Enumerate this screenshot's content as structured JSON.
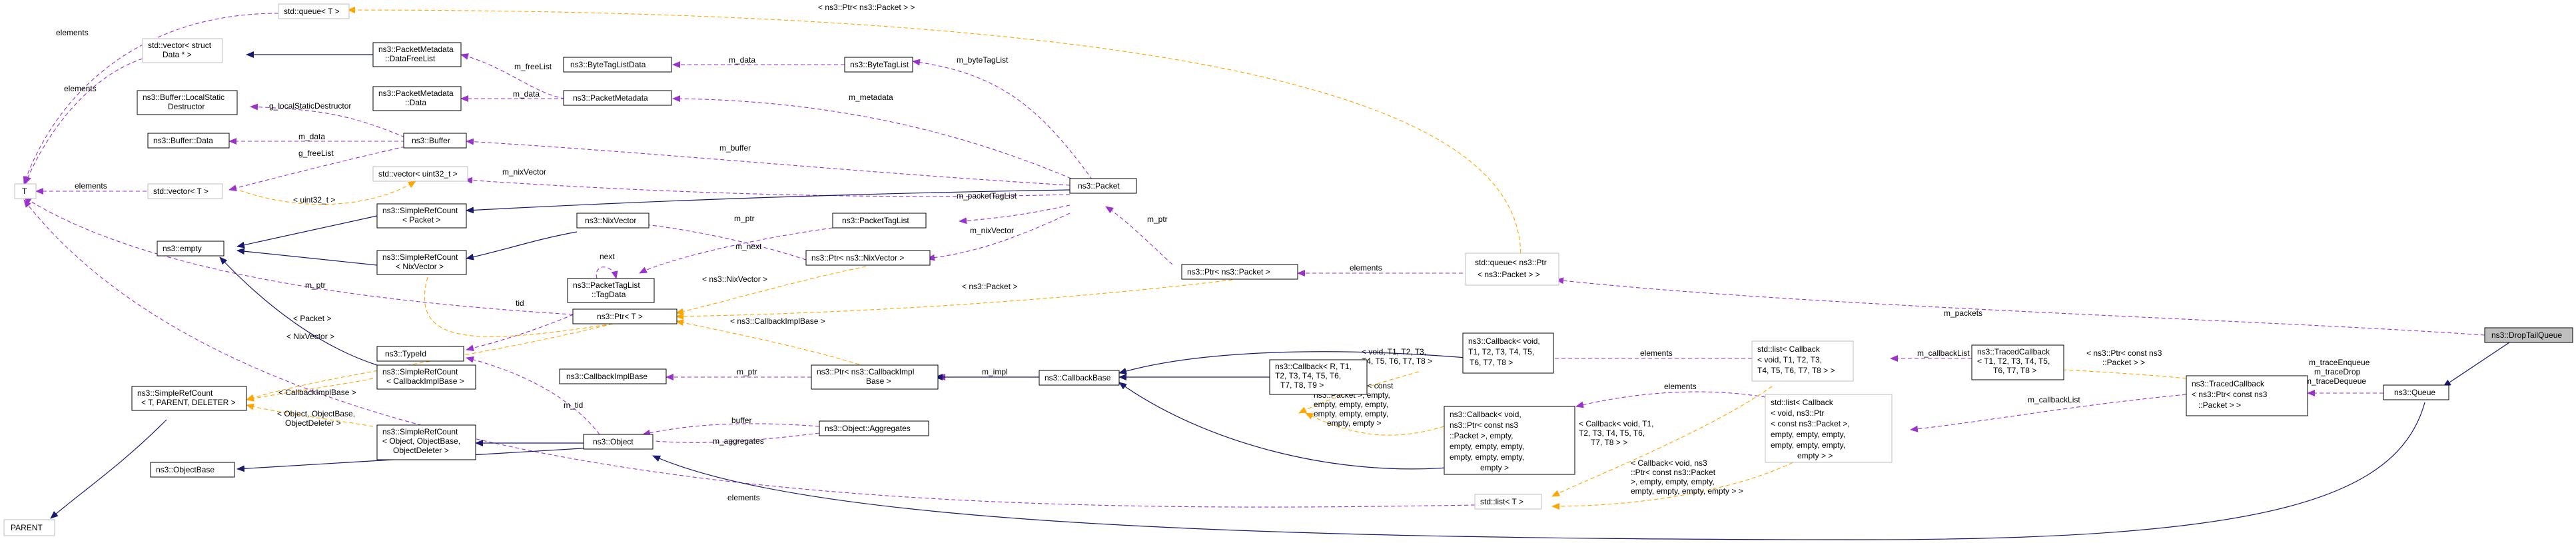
{
  "diagram": {
    "nodes": {
      "t": "T",
      "parent": "PARENT",
      "std_queue_t": "std::queue< T >",
      "std_vector_struct": [
        "std::vector< struct",
        "Data * >"
      ],
      "buffer_lsd": [
        "ns3::Buffer::LocalStatic",
        "Destructor"
      ],
      "buffer_data": "ns3::Buffer::Data",
      "std_vector_t": "std::vector< T >",
      "empty": "ns3::empty",
      "srp_nixvector": [
        "ns3::SimpleRefCount",
        "< NixVector >"
      ],
      "srp_packet": [
        "ns3::SimpleRefCount",
        "< Packet >"
      ],
      "simplerefcount": [
        "ns3::SimpleRefCount",
        "< T, PARENT, DELETER >"
      ],
      "objectbase": "ns3::ObjectBase",
      "typeid": "ns3::TypeId",
      "srp_cbimpl": [
        "ns3::SimpleRefCount",
        "< CallbackImplBase >"
      ],
      "srp_object": [
        "ns3::SimpleRefCount",
        "< Object, ObjectBase,",
        "ObjectDeleter >"
      ],
      "pm_dfl": [
        "ns3::PacketMetadata",
        "::DataFreeList"
      ],
      "pm_data": [
        "ns3::PacketMetadata",
        "::Data"
      ],
      "buffer": "ns3::Buffer",
      "std_vector_uint32": "std::vector< uint32_t >",
      "nixvector": "ns3::NixVector",
      "packettaglist_tagdata": [
        "ns3::PacketTagList",
        "::TagData"
      ],
      "ptr_t": "ns3::Ptr< T >",
      "callbackimplbase": "ns3::CallbackImplBase",
      "object": "ns3::Object",
      "bytetaglistdata": "ns3::ByteTagListData",
      "packetmetadata": "ns3::PacketMetadata",
      "bytetaglist": "ns3::ByteTagList",
      "packettaglist": "ns3::PacketTagList",
      "ptr_nixvector": "ns3::Ptr< ns3::NixVector >",
      "ptr_cbimpl": [
        "ns3::Ptr< ns3::CallbackImpl",
        "Base >"
      ],
      "object_aggregates": "ns3::Object::Aggregates",
      "packet": "ns3::Packet",
      "ptr_packet": "ns3::Ptr< ns3::Packet >",
      "callbackbase": "ns3::CallbackBase",
      "callback_r": [
        "ns3::Callback< R, T1,",
        "T2, T3, T4, T5, T6,",
        "T7, T8, T9 >"
      ],
      "callback_void_t": [
        "ns3::Callback< void,",
        "T1, T2, T3, T4, T5,",
        "T6, T7, T8 >"
      ],
      "callback_void_pkt": [
        "ns3::Callback< void,",
        "ns3::Ptr< const ns3",
        "::Packet >, empty,",
        "empty, empty, empty,",
        "empty, empty, empty,",
        "empty >"
      ],
      "std_queue_ptr": [
        "std::queue< ns3::Ptr",
        "< ns3::Packet > >"
      ],
      "std_list_callback_t": [
        "std::list< Callback",
        "< void, T1, T2, T3,",
        "T4, T5, T6, T7, T8 > >"
      ],
      "std_list_callback_pkt": [
        "std::list< Callback",
        "< void, ns3::Ptr",
        "< const ns3::Packet >,",
        "empty, empty, empty,",
        "empty, empty, empty,",
        "empty > >"
      ],
      "std_list_t": "std::list< T >",
      "tracedcallback_t": [
        "ns3::TracedCallback",
        "< T1, T2, T3, T4, T5,",
        "T6, T7, T8 >"
      ],
      "tracedcallback_pkt": [
        "ns3::TracedCallback",
        "< ns3::Ptr< const ns3",
        "::Packet > >"
      ],
      "queue": "ns3::Queue",
      "droptailqueue": "ns3::DropTailQueue"
    },
    "edge_labels": {
      "queue_elements": "elements",
      "vec_struct_elements": "elements",
      "vec_t_elements": "elements",
      "ptr_packet_tpl": "< ns3::Ptr< ns3::Packet > >",
      "free_list": "m_freeList",
      "pm_m_data": "m_data",
      "btl_m_data": "m_data",
      "byte_tag_list": "m_byteTagList",
      "g_lsd": "g_localStaticDestructor",
      "buf_m_data": "m_data",
      "g_free_list": "g_freeList",
      "metadata": "m_metadata",
      "buffer_edge": "m_buffer",
      "nix_vector_edge": "m_nixVector",
      "uint32_tpl": "< uint32_t >",
      "packet_tag_list": "m_packetTagList",
      "ptr_edge_1": "m_ptr",
      "next_self": "next",
      "next_edge": "m_next",
      "ptr_edge_2": "m_ptr",
      "nix_vector_edge_2": "m_nixVector",
      "ptr_edge_3": "m_ptr",
      "ptr_elements": "elements",
      "packet_tpl": "< Packet >",
      "nixvector_tpl": "< NixVector >",
      "tid": "tid",
      "nixvector_ptr_tpl": "< ns3::NixVector >",
      "packet_ptr_tpl": "< ns3::Packet >",
      "cbimpl_tpl": "< ns3::CallbackImplBase >",
      "cbimpl_base_tpl": "< CallbackImplBase >",
      "m_tid": "m_tid",
      "ptr_edge_4": "m_ptr",
      "m_impl": "m_impl",
      "object_tpl": [
        "< Object, ObjectBase,",
        "ObjectDeleter >"
      ],
      "buffer_edge_2": "buffer",
      "aggregates": "m_aggregates",
      "callback_r_tpl": [
        "< void, T1, T2, T3,",
        "T4, T5, T6, T7, T8 >"
      ],
      "callback_pkt_tpl": [
        "< void, ns3::Ptr< const",
        "ns3::Packet >, empty,",
        "empty, empty, empty,",
        "empty, empty, empty,",
        "empty, empty >"
      ],
      "cb_list_elements": "elements",
      "cb_list_elements_2": "elements",
      "list_tpl_1": [
        "< Callback< void, T1,",
        "T2, T3, T4, T5, T6,",
        "T7, T8 > >"
      ],
      "list_tpl_2": [
        "< Callback< void, ns3",
        "::Ptr< const ns3::Packet",
        ">, empty, empty, empty,",
        "empty, empty, empty, empty > >"
      ],
      "list_elements": "elements",
      "callback_list": "m_callbackList",
      "callback_list_2": "m_callbackList",
      "traced_tpl": [
        "< ns3::Ptr< const ns3",
        "::Packet > >"
      ],
      "packets": "m_packets",
      "trace_names": [
        "m_traceEnqueue",
        "m_traceDrop",
        "m_traceDequeue"
      ]
    },
    "colors": {
      "inheritance": "#191970",
      "usage": "#9a32cd",
      "template": "#ffa500",
      "highlight_fill": "#bfbfbf"
    }
  }
}
